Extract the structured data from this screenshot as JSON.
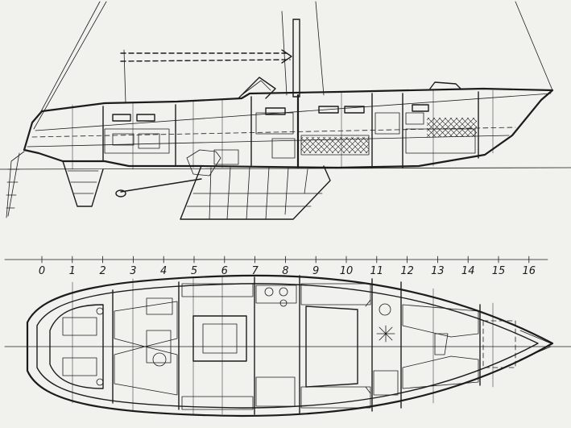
{
  "stations": {
    "labels": [
      "0",
      "1",
      "2",
      "3",
      "4",
      "5",
      "6",
      "7",
      "8",
      "9",
      "10",
      "11",
      "12",
      "13",
      "14",
      "15",
      "16"
    ]
  },
  "colors": {
    "paper": "#f1f1ee",
    "ink": "#1c1c1c"
  }
}
